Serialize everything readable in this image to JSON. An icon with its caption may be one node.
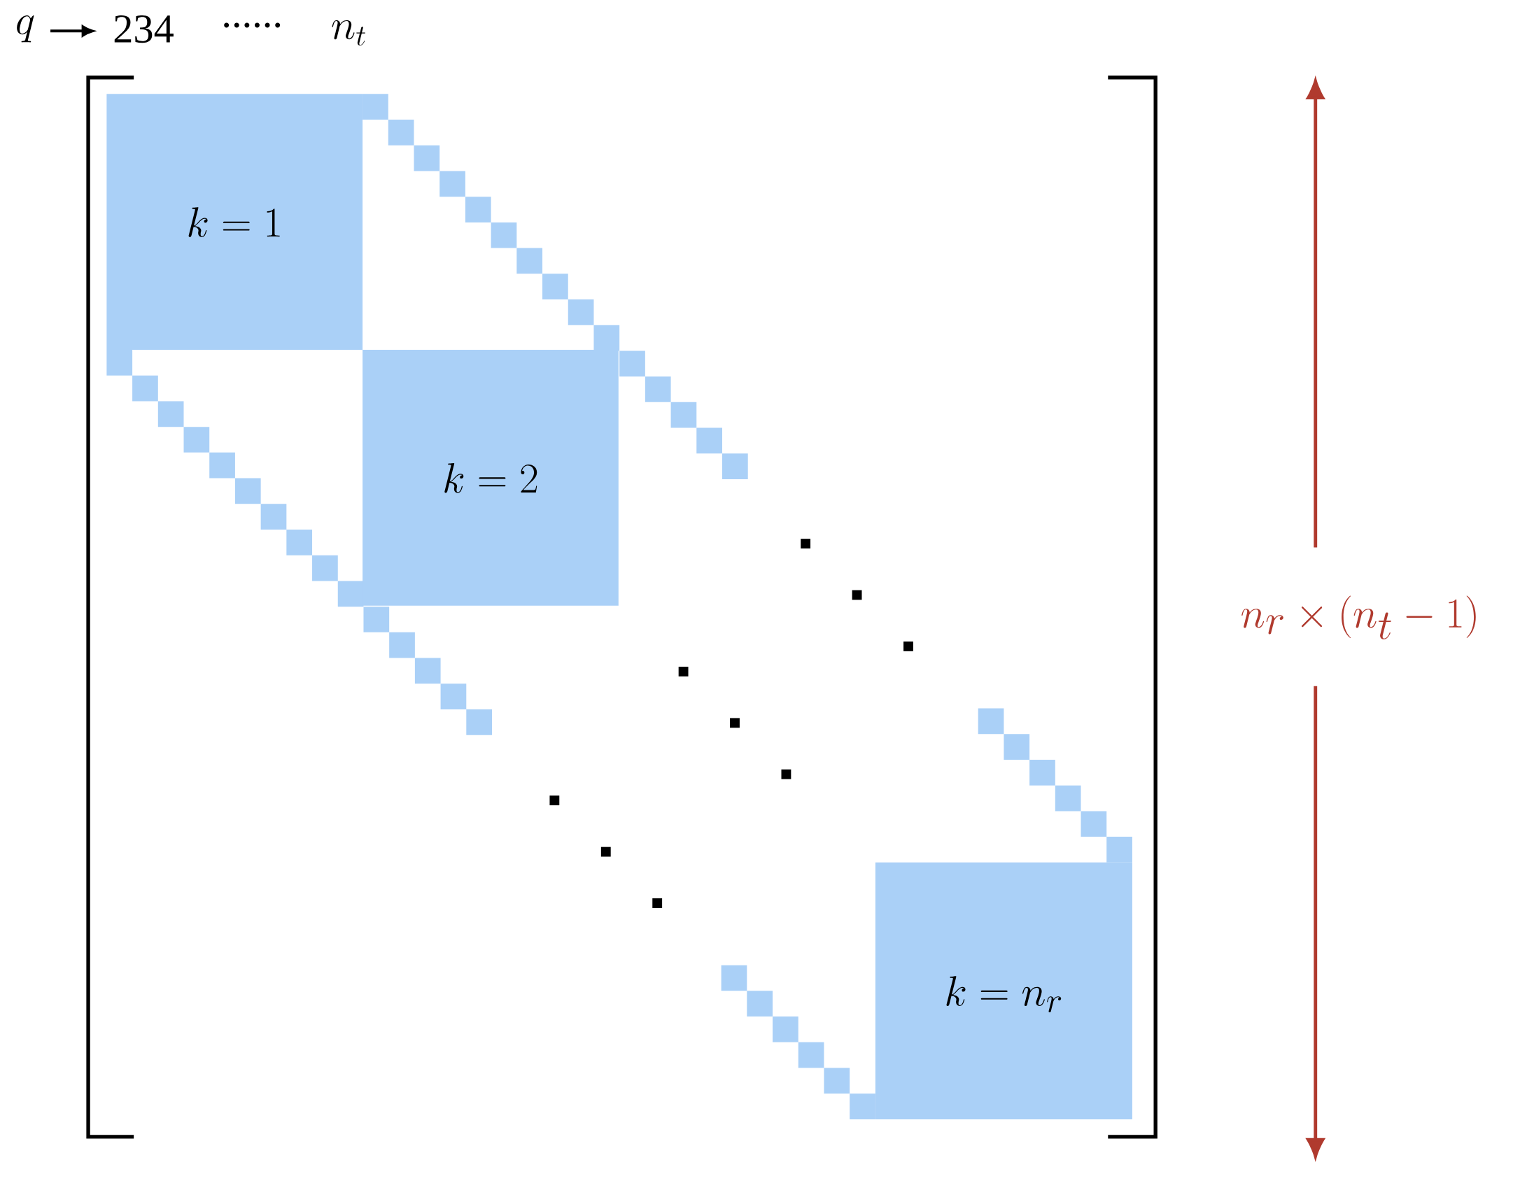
{
  "diagram": {
    "nodes": [
      {
        "text": [
          "k = 1"
        ]
      },
      {
        "text": [
          "k = 2"
        ]
      },
      {
        "text": [
          "k = n_r"
        ]
      }
    ],
    "labels": [
      "q",
      "234",
      "......",
      "n_t",
      "n_r \\times (n_t - 1)"
    ]
  }
}
